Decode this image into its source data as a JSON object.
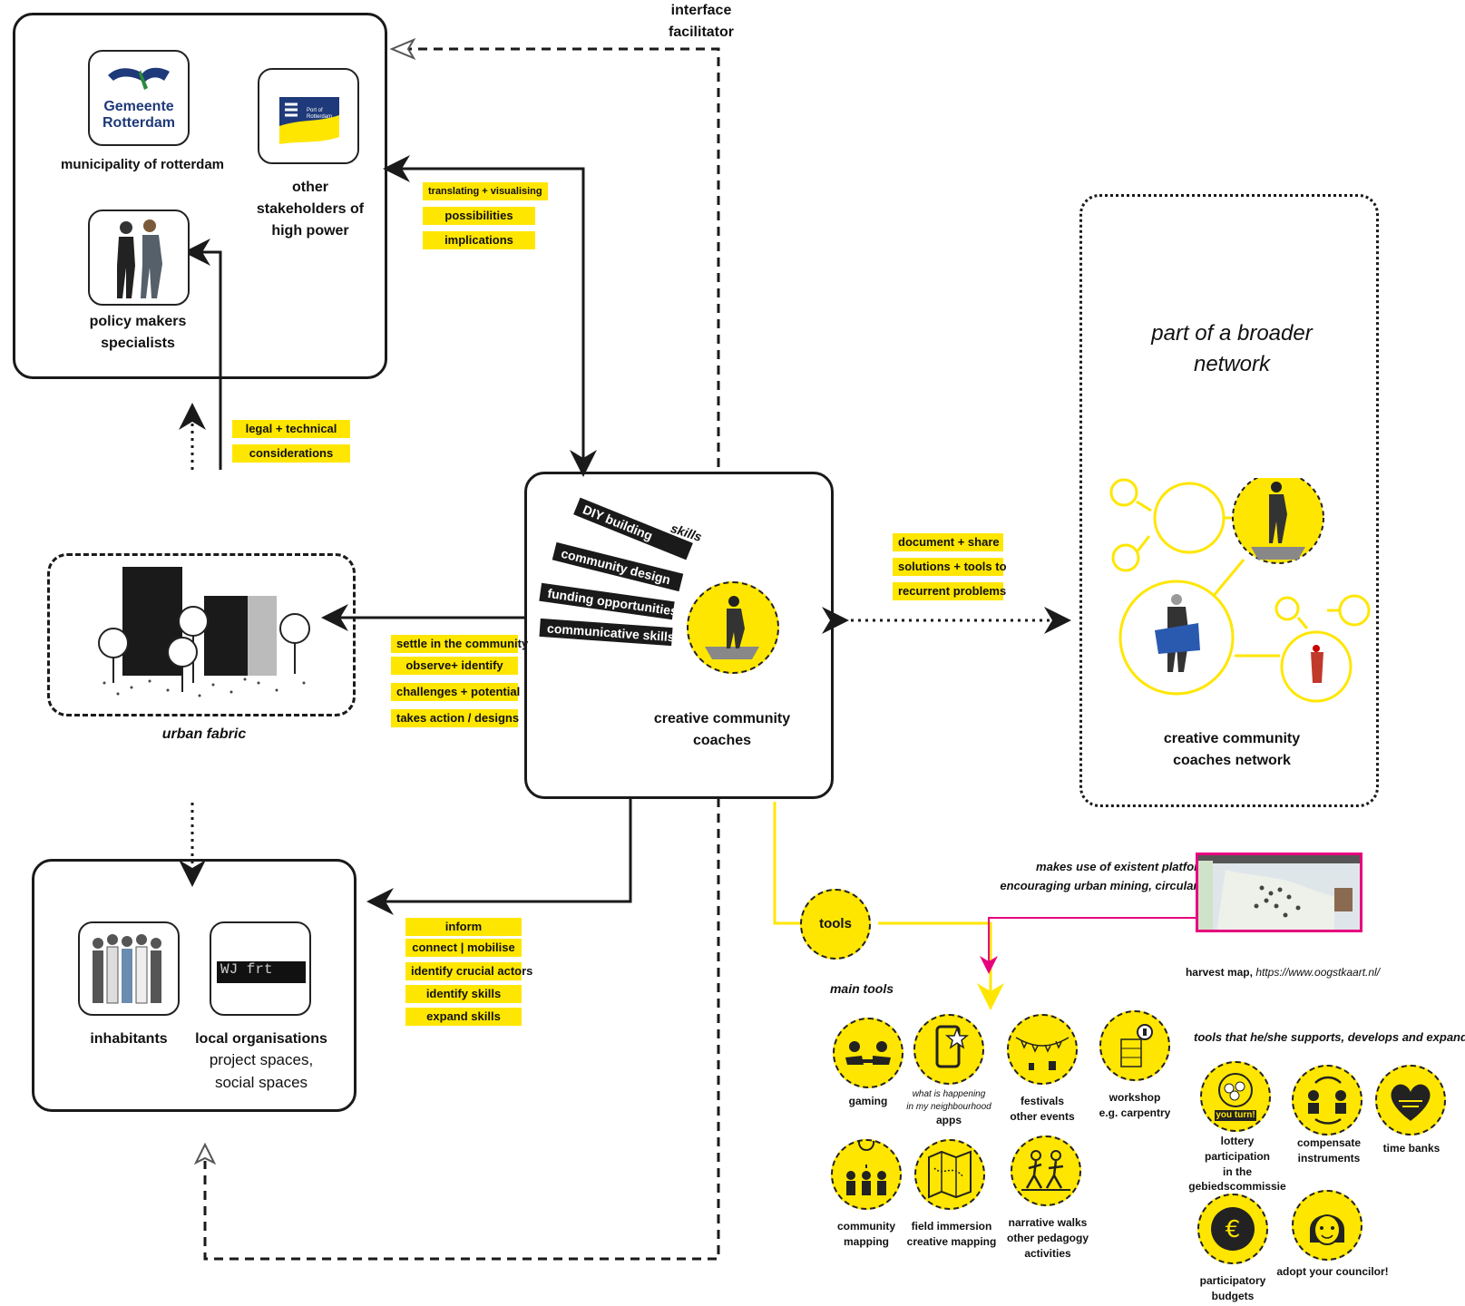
{
  "top_label": {
    "line1": "interface",
    "line2": "facilitator"
  },
  "gov_box": {
    "logo_gemeente_line1": "Gemeente",
    "logo_gemeente_line2": "Rotterdam",
    "municipality": "municipality of rotterdam",
    "other_l1": "other",
    "other_l2": "stakeholders of",
    "other_l3": "high power",
    "policy_l1": "policy makers",
    "policy_l2": "specialists"
  },
  "tags_translate": [
    "translating + visualising",
    "possibilities",
    "implications"
  ],
  "tags_legal": [
    "legal + technical",
    "considerations"
  ],
  "tags_settle": [
    "settle in the community",
    "observe+ identify",
    "challenges + potential",
    "takes action / designs"
  ],
  "tags_document": [
    "document + share",
    "solutions + tools to",
    "recurrent problems"
  ],
  "tags_inform": [
    "inform",
    "connect | mobilise",
    "identify crucial actors",
    "identify skills",
    "expand skills"
  ],
  "coach_box": {
    "skills_title": "skills",
    "skills": [
      "DIY building",
      "community design",
      "funding opportunities",
      "communicative skills"
    ],
    "label_l1": "creative community",
    "label_l2": "coaches"
  },
  "urban": {
    "label": "urban fabric"
  },
  "network": {
    "title_l1": "part of a broader",
    "title_l2": "network",
    "label_l1": "creative community",
    "label_l2": "coaches network"
  },
  "community_box": {
    "inhabitants": "inhabitants",
    "local_l1": "local organisations",
    "local_l2": "project spaces,",
    "local_l3": "social spaces",
    "card_text": "WJ frt"
  },
  "tools": {
    "tools_label": "tools",
    "platforms_l1": "makes use of existent platforms",
    "platforms_l2": "encouraging urban mining, circularity:",
    "harvest_bold": "harvest map,",
    "harvest_url": "https://www.oogstkaart.nl/",
    "main_tools_title": "main tools",
    "supports_title": "tools that he/she supports, develops and expands",
    "gaming": "gaming",
    "apps_i1": "what is happening",
    "apps_i2": "in my neighbourhood",
    "apps": "apps",
    "festivals_l1": "festivals",
    "festivals_l2": "other events",
    "workshop_l1": "workshop",
    "workshop_l2": "e.g. carpentry",
    "cmap_l1": "community",
    "cmap_l2": "mapping",
    "field_l1": "field immersion",
    "field_l2": "creative mapping",
    "walks_l1": "narrative walks",
    "walks_l2": "other pedagogy",
    "walks_l3": "activities",
    "lottery_l1": "lottery",
    "lottery_l2": "participation",
    "lottery_l3": "in the gebiedscommissie",
    "you_turn": "you turn!",
    "compensate_l1": "compensate",
    "compensate_l2": "instruments",
    "timebanks": "time banks",
    "budgets_l1": "participatory",
    "budgets_l2": "budgets",
    "councilor": "adopt your councilor!"
  },
  "colors": {
    "accent": "#ffe600",
    "ink": "#1a1a1a",
    "magenta": "#e6007e"
  }
}
